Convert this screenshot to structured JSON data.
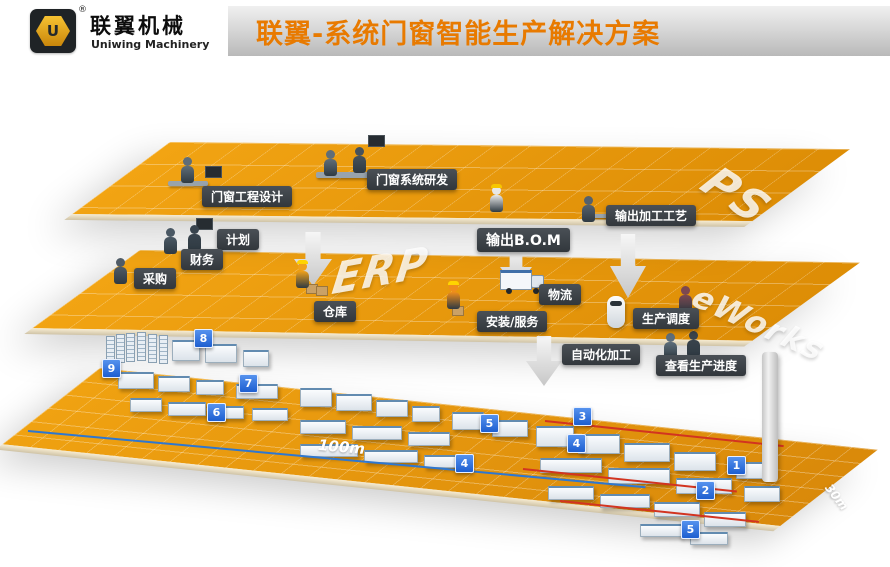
{
  "header": {
    "logo_letter": "U",
    "registered_mark": "®",
    "company_cn": "联翼机械",
    "company_en": "Uniwing Machinery",
    "title": "联翼-系统门窗智能生产解决方案"
  },
  "layers": {
    "design": {
      "watermark": "PS",
      "labels": {
        "engineering": "门窗工程设计",
        "rnd": "门窗系统研发",
        "bom": "输出B.O.M",
        "process": "输出加工工艺"
      }
    },
    "erp": {
      "watermark": "ERP",
      "watermark2": "eWorks",
      "labels": {
        "plan": "计划",
        "finance": "财务",
        "procurement": "采购",
        "warehouse": "仓库",
        "logistics": "物流",
        "install": "安装/服务",
        "dispatch": "生产调度",
        "auto": "自动化加工",
        "progress": "查看生产进度"
      }
    },
    "factory": {
      "dim_length": "100m",
      "dim_width": "30m",
      "stations": [
        {
          "num": "8"
        },
        {
          "num": "9"
        },
        {
          "num": "7"
        },
        {
          "num": "6"
        },
        {
          "num": "5"
        },
        {
          "num": "4"
        },
        {
          "num": "3"
        },
        {
          "num": "4"
        },
        {
          "num": "1"
        },
        {
          "num": "2"
        },
        {
          "num": "5"
        }
      ]
    }
  },
  "colors": {
    "platform_orange": "#ED9A0C",
    "title_orange": "#E87A00",
    "chip_dark": "#32373C",
    "badge_blue": "#2B6BD8"
  }
}
